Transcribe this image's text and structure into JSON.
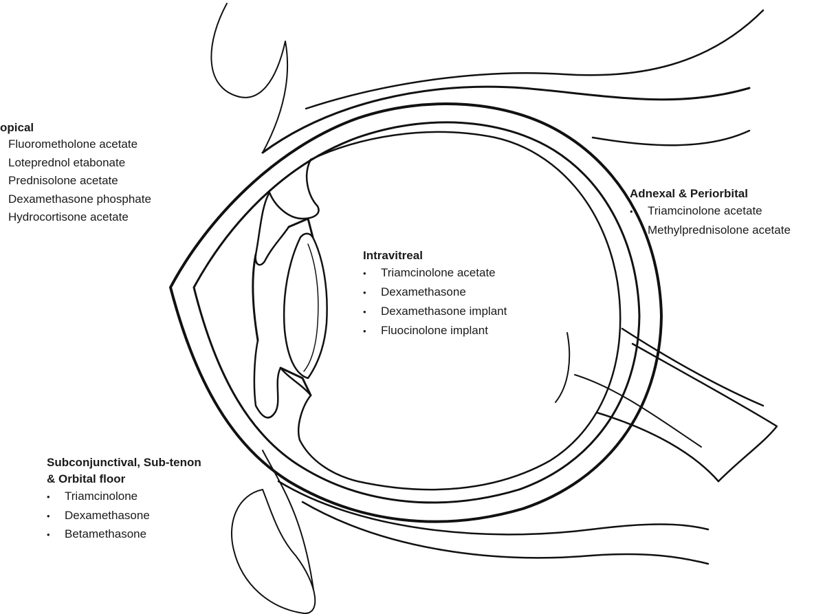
{
  "labels": {
    "topical": {
      "title": "opical",
      "items": [
        "Fluorometholone acetate",
        "Loteprednol etabonate",
        "Prednisolone acetate",
        "Dexamethasone phosphate",
        "Hydrocortisone acetate"
      ]
    },
    "intravitreal": {
      "title": "Intravitreal",
      "items": [
        "Triamcinolone acetate",
        "Dexamethasone",
        "Dexamethasone implant",
        "Fluocinolone implant"
      ]
    },
    "adnexal": {
      "title": "Adnexal & Periorbital",
      "items": [
        "Triamcinolone acetate",
        "Methylprednisolone acetate"
      ]
    },
    "subconjunctival": {
      "title_line1": "Subconjunctival, Sub-tenon",
      "title_line2": "& Orbital floor",
      "items": [
        "Triamcinolone",
        "Dexamethasone",
        "Betamethasone"
      ]
    }
  },
  "colors": {
    "line": "#111111",
    "background": "#ffffff"
  }
}
